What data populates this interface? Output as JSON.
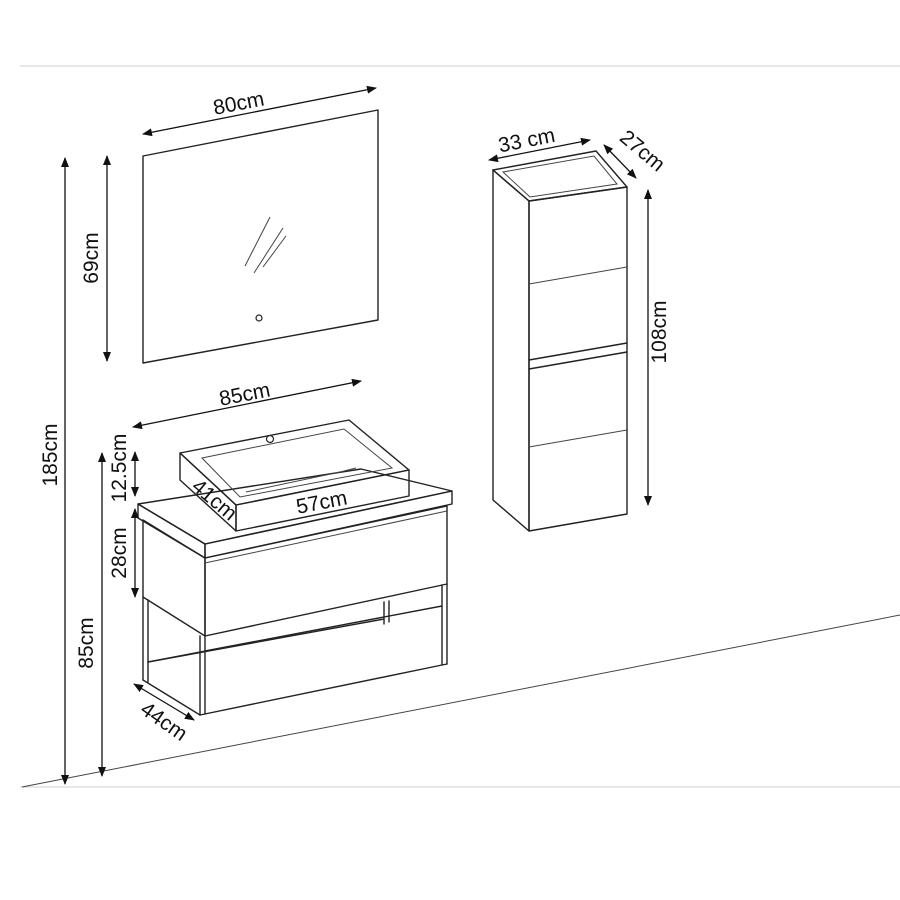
{
  "dimensions": {
    "mirror_width": "80cm",
    "mirror_height": "69cm",
    "total_height": "185cm",
    "counter_width": "85cm",
    "basin_height": "12.5cm",
    "basin_depth": "41cm",
    "basin_width": "57cm",
    "drawer_height": "28cm",
    "floor_to_counter": "85cm",
    "cabinet_depth": "44cm",
    "column_width": "33 cm",
    "column_depth": "27cm",
    "column_height": "108cm"
  },
  "colors": {
    "line": "#222222",
    "background": "#ffffff",
    "faint": "#cfcfcf"
  }
}
